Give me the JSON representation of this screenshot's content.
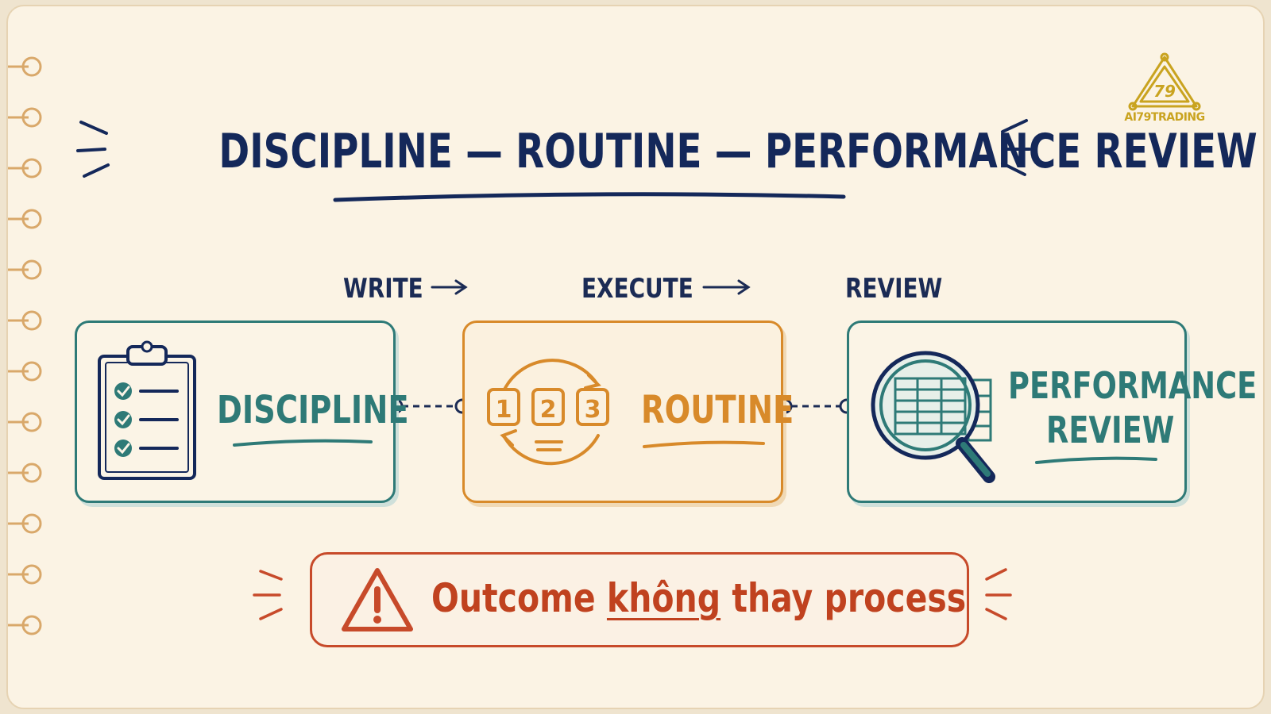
{
  "title": "DISCIPLINE — ROUTINE — PERFORMANCE REVIEW",
  "steps": [
    {
      "label": "WRITE"
    },
    {
      "label": "EXECUTE"
    },
    {
      "label": "REVIEW"
    }
  ],
  "boxes": {
    "discipline": {
      "label": "DISCIPLINE"
    },
    "routine": {
      "label": "ROUTINE",
      "numbers": [
        "1",
        "2",
        "3"
      ]
    },
    "review": {
      "line1": "PERFORMANCE",
      "line2": "REVIEW"
    }
  },
  "warning": {
    "pre": "Outcome ",
    "emph": "không",
    "post": " thay process"
  },
  "logo": {
    "text": "AI79TRADING",
    "mark": "79"
  },
  "colors": {
    "navy": "#14285a",
    "teal": "#2e7a77",
    "orange": "#d88a2a",
    "red": "#c74a2a",
    "gold": "#c9a31f"
  }
}
